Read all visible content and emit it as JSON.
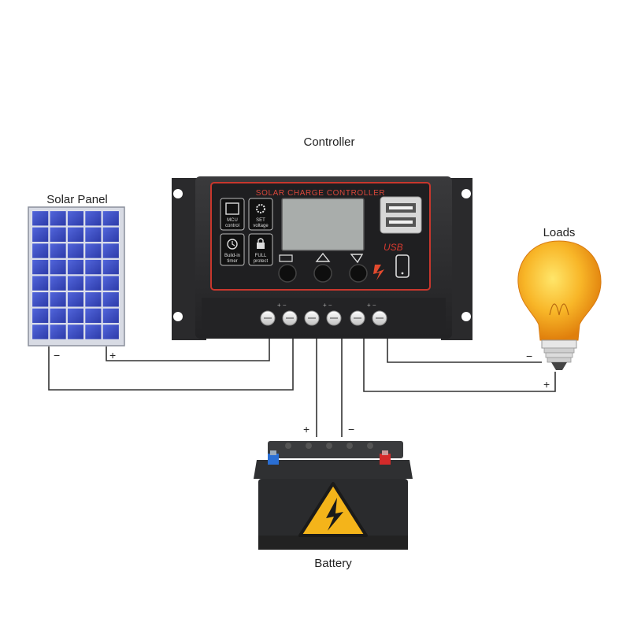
{
  "labels": {
    "controller": "Controller",
    "solar_panel": "Solar Panel",
    "loads": "Loads",
    "battery": "Battery"
  },
  "controller": {
    "header": "SOLAR CHARGE CONTROLLER",
    "buttons": [
      {
        "icon": "chip-icon",
        "line1": "MCU",
        "line2": "control"
      },
      {
        "icon": "gear-icon",
        "line1": "SET",
        "line2": "voltage"
      },
      {
        "icon": "clock-icon",
        "line1": "Build-in",
        "line2": "timer"
      },
      {
        "icon": "lock-icon",
        "line1": "FULL",
        "line2": "protect"
      }
    ],
    "usb_label": "USB"
  },
  "polarity": {
    "panel_minus": "−",
    "panel_plus": "+",
    "battery_plus": "+",
    "battery_minus": "−",
    "load_minus": "−",
    "load_plus": "+"
  },
  "colors": {
    "controller_body": "#2c2c2e",
    "controller_border": "#c8372d",
    "lcd": "#a9adab",
    "panel_cell": "#3a4fc4",
    "bulb": "#f6a418",
    "battery_body": "#2a2b2d",
    "warning": "#f4b41a",
    "wire": "#333333",
    "terminal_red": "#d42a2a",
    "terminal_blue": "#2a6fd4"
  }
}
